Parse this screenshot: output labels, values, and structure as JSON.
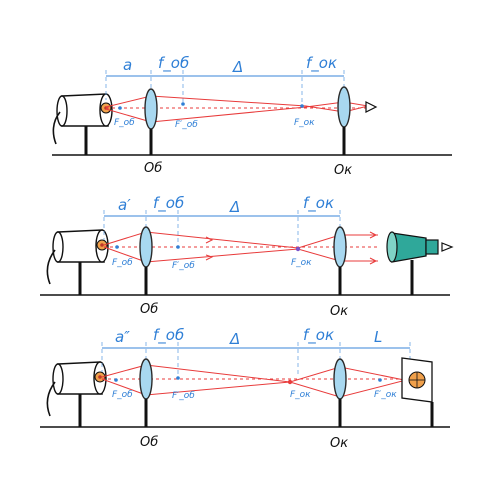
{
  "panels": [
    {
      "dims": [
        "a",
        "f_об",
        "Δ",
        "f_ок"
      ],
      "focus_labels": [
        "F_об",
        "F′_об",
        "F_ок"
      ],
      "lens_labels": [
        "Об",
        "Ок"
      ]
    },
    {
      "dims": [
        "a′",
        "f_об",
        "Δ",
        "f_ок"
      ],
      "focus_labels": [
        "F_об",
        "F′_об",
        "F_ок"
      ],
      "lens_labels": [
        "Об",
        "Ок"
      ]
    },
    {
      "dims": [
        "a″",
        "f_об",
        "Δ",
        "f_ок",
        "L"
      ],
      "focus_labels": [
        "F_об",
        "F′_об",
        "F_ок",
        "F′_ок"
      ],
      "lens_labels": [
        "Об",
        "Ок"
      ]
    }
  ],
  "colors": {
    "dimension": "#2f7fd6",
    "rays": "#e83b3b",
    "lens": "#a8d8f0",
    "eyepiece_tube": "#2fa89a"
  }
}
